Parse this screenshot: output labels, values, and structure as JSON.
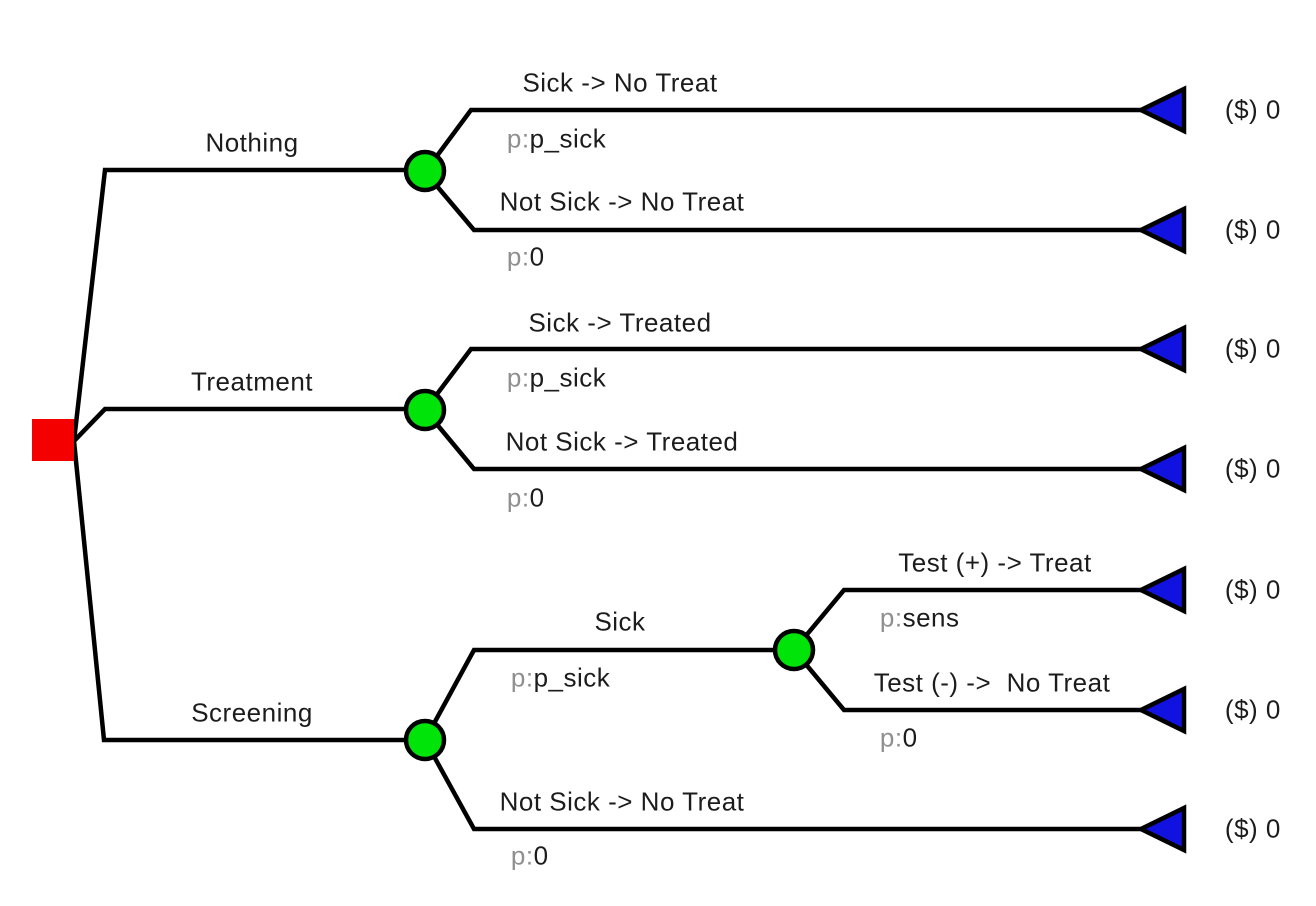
{
  "diagram": {
    "type": "decision-tree",
    "prob_prefix": "p:",
    "payoff_prefix": "($)",
    "colors": {
      "decision_node": "#f40000",
      "chance_node": "#00e40a",
      "terminal_node": "#1212e0",
      "line": "#000000",
      "label_text": "#1c1c1c",
      "prob_prefix_text": "#8f8f8f"
    },
    "root": {
      "type": "decision"
    },
    "branches": [
      {
        "label": "Nothing",
        "node": "chance",
        "children": [
          {
            "label": "Sick -> No Treat",
            "prob": "p_sick",
            "payoff": "0"
          },
          {
            "label": "Not Sick -> No Treat",
            "prob": "0",
            "payoff": "0"
          }
        ]
      },
      {
        "label": "Treatment",
        "node": "chance",
        "children": [
          {
            "label": "Sick -> Treated",
            "prob": "p_sick",
            "payoff": "0"
          },
          {
            "label": "Not Sick -> Treated",
            "prob": "0",
            "payoff": "0"
          }
        ]
      },
      {
        "label": "Screening",
        "node": "chance",
        "children": [
          {
            "label": "Sick",
            "prob": "p_sick",
            "node": "chance",
            "children": [
              {
                "label": "Test (+) -> Treat",
                "prob": "sens",
                "payoff": "0"
              },
              {
                "label": "Test (-) ->  No Treat",
                "prob": "0",
                "payoff": "0"
              }
            ]
          },
          {
            "label": "Not Sick -> No Treat",
            "prob": "0",
            "payoff": "0"
          }
        ]
      }
    ]
  }
}
